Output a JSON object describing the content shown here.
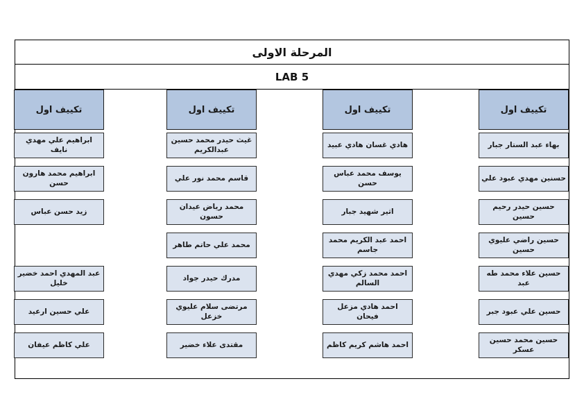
{
  "document": {
    "stage_title": "المرحلة الاولى",
    "lab_title": "LAB 5"
  },
  "colors": {
    "header_fill": "#b3c6e0",
    "cell_fill": "#dbe3ef",
    "border": "#1c1c1c",
    "page_background": "#ffffff"
  },
  "columns": [
    {
      "header": "تكييف اول",
      "names": [
        "بهاء عبد الستار جبار",
        "حسنين مهدي عبود علي",
        "حسين حيدر رحيم حسين",
        "حسين راضي عليوي حسين",
        "حسين علاء محمد طه عبد",
        "حسين علي عبود جبر",
        "حسين محمد حسين عسكر"
      ]
    },
    {
      "header": "تكييف اول",
      "names": [
        "هادي غسان هادي عبيد",
        "يوسف محمد عباس حسن",
        "اثير شهيد جبار",
        "احمد عبد الكريم محمد جاسم",
        "احمد محمد زكي مهدي السالم",
        "احمد هادي مزعل فيحان",
        "احمد هاشم كريم كاظم"
      ]
    },
    {
      "header": "تكييف اول",
      "names": [
        "غيث حيدر محمد حسين عبدالكريم",
        "قاسم محمد نور علي",
        "محمد رياض عيدان حسون",
        "محمد علي حاتم طاهر",
        "مدرك حيدر جواد",
        "مرتضى سلام عليوي خزعل",
        "مقتدى علاء خضير"
      ]
    },
    {
      "header": "تكييف اول",
      "names": [
        "ابراهيم علي مهدي نايف",
        "ابراهيم محمد هارون حسن",
        "زيد حسن عباس",
        "",
        "عبد المهدي احمد خضير خليل",
        "علي حسين ارعيد",
        "علي كاظم عيفان"
      ]
    }
  ]
}
